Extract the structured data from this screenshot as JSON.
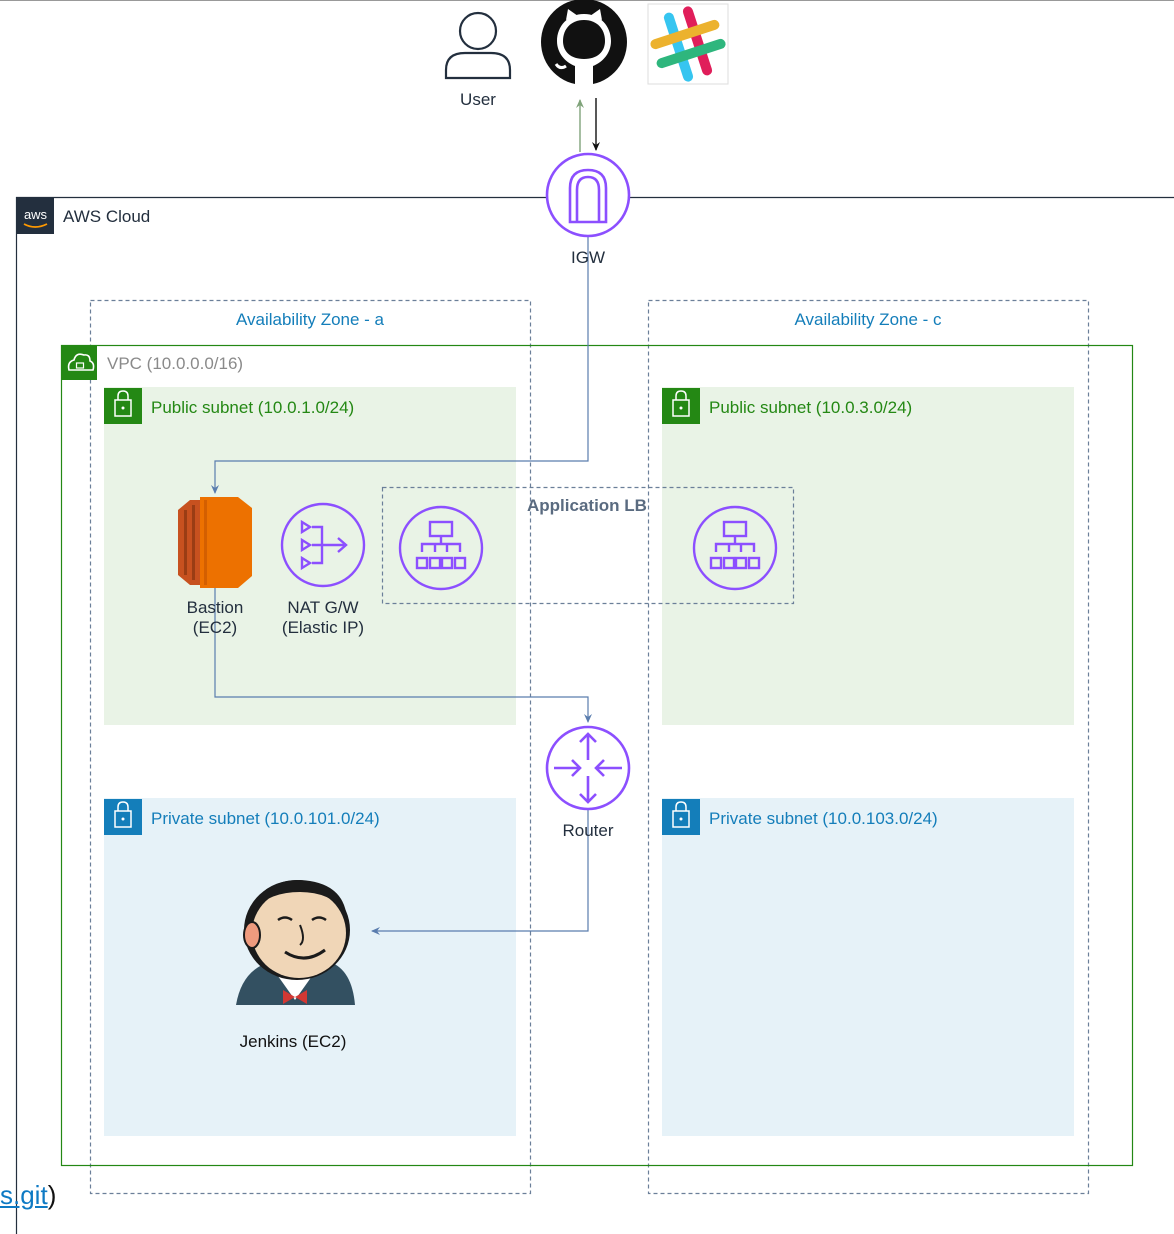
{
  "top": {
    "user_label": "User"
  },
  "aws": {
    "logo_text": "aws",
    "cloud_label": "AWS Cloud"
  },
  "igw": {
    "label": "IGW"
  },
  "zones": {
    "a_label": "Availability Zone - a",
    "c_label": "Availability Zone - c"
  },
  "vpc": {
    "label": "VPC (10.0.0.0/16)"
  },
  "subnets": {
    "public_a": "Public subnet (10.0.1.0/24)",
    "public_c": "Public subnet (10.0.3.0/24)",
    "private_a": "Private subnet (10.0.101.0/24)",
    "private_c": "Private subnet (10.0.103.0/24)"
  },
  "nodes": {
    "bastion_line1": "Bastion",
    "bastion_line2": "(EC2)",
    "nat_line1": "NAT G/W",
    "nat_line2": "(Elastic IP)",
    "alb_label": "Application LB",
    "router_label": "Router",
    "jenkins_label": "Jenkins (EC2)"
  },
  "footer": {
    "link_text": "s.git",
    "paren": ")"
  },
  "colors": {
    "aws_orange": "#ED7100",
    "purple": "#8C4FFF",
    "vpc_green": "#248814",
    "private_blue": "#147EBA",
    "public_fill": "#E9F3E6",
    "private_fill": "#E6F2F8",
    "az_label": "#147EBA",
    "arrow": "#5A7DAE"
  }
}
